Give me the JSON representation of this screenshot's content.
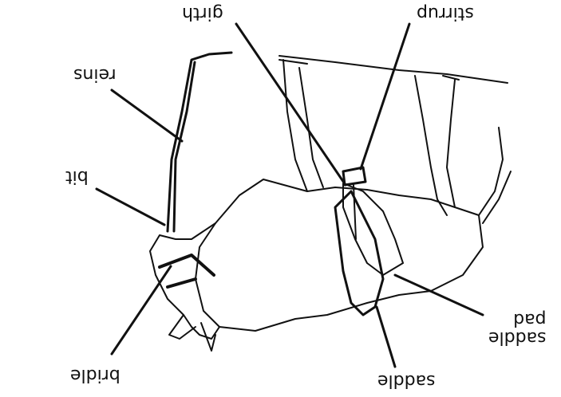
{
  "figure": {
    "subject": "horse illustration (upside down)",
    "labels": {
      "girth": "girth",
      "stirrup": "stirrup",
      "reins": "reins",
      "bit": "bit",
      "bridle": "bridle",
      "saddle": "saddle",
      "saddle_pad": "saddle\npad"
    }
  }
}
